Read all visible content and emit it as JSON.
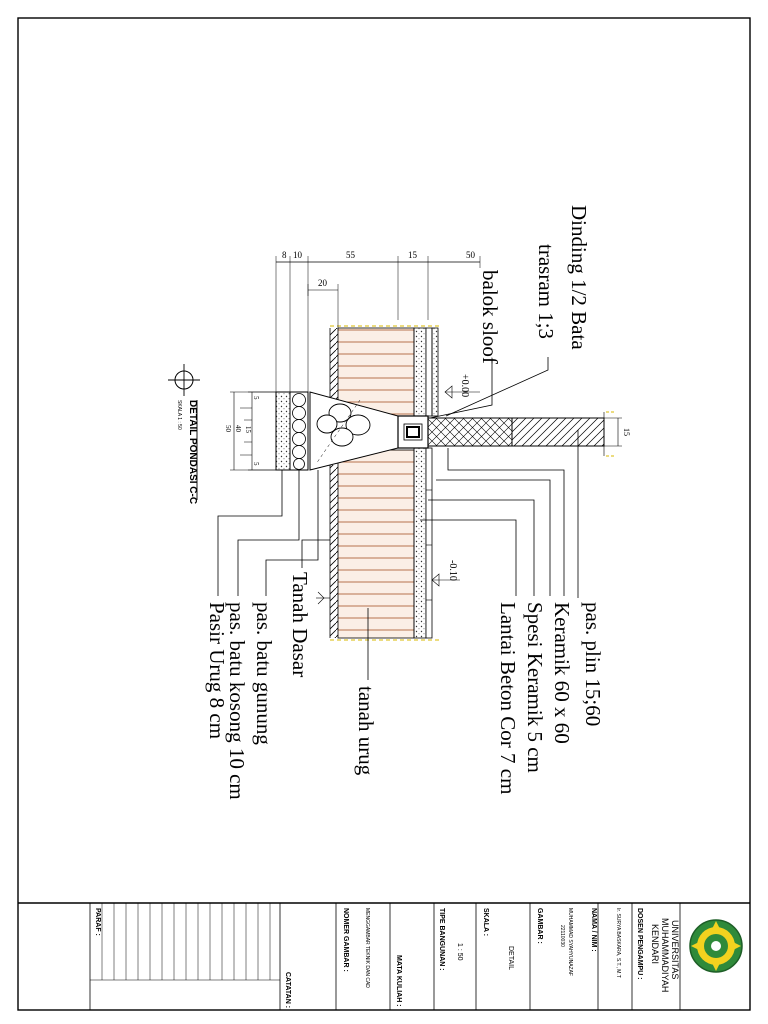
{
  "drawing": {
    "title": "DETAIL PONDASI C-C",
    "scale_note": "SKALA  1 : 50",
    "dimensions": {
      "top_8": "8",
      "top_10": "10",
      "top_55": "55",
      "top_15": "15",
      "top_50": "50",
      "d20": "20",
      "wall_15": "15",
      "base_5a": "5",
      "base_15": "15",
      "base_40": "40",
      "base_50": "50",
      "base_5b": "5"
    },
    "levels": {
      "floor": "+0.00",
      "ground": "-0.10"
    },
    "labels": {
      "dinding": "Dinding 1/2 Bata",
      "trasram": "trasram 1;3",
      "balok": "balok sloof",
      "plin": "pas. plin 15;60",
      "keramik": "Keramik 60 x 60",
      "spesi": "Spesi Keramik 5 cm",
      "lantai": "Lantai Beton Cor 7 cm",
      "tanah_urug": "tanah urug",
      "tanah_dasar": "Tanah Dasar",
      "batu_gunung": "pas. batu gunung",
      "batu_kosong": "pas. batu kosong 10 cm",
      "pasir": "Pasir Urug 8 cm"
    }
  },
  "title_block": {
    "university": "UNIVERSITAS MUHAMMADIYAH KENDARI",
    "dosen_label": "DOSEN PENGAMPU :",
    "dosen_value": "Ir. SURYA BASKARA, S.T., M.T",
    "nama_label": "NAMA / NIM :",
    "nama_value": "MUHAMMAD SYAHYUNAZAF",
    "nim_value": "22110030",
    "gambar_label": "GAMBAR :",
    "gambar_value": "DETAIL",
    "skala_label": "SKALA :",
    "skala_value": "1 : 50",
    "tipe_label": "TIPE BANGUNAN :",
    "matkul_label": "MATA KULIAH :",
    "matkul_value": "MENGGAMBAR TEKNIK DAN CAD",
    "nomer_label": "NOMER GAMBAR :",
    "catatan_label": "CATATAN :",
    "paraf_label": "PARAF :"
  }
}
